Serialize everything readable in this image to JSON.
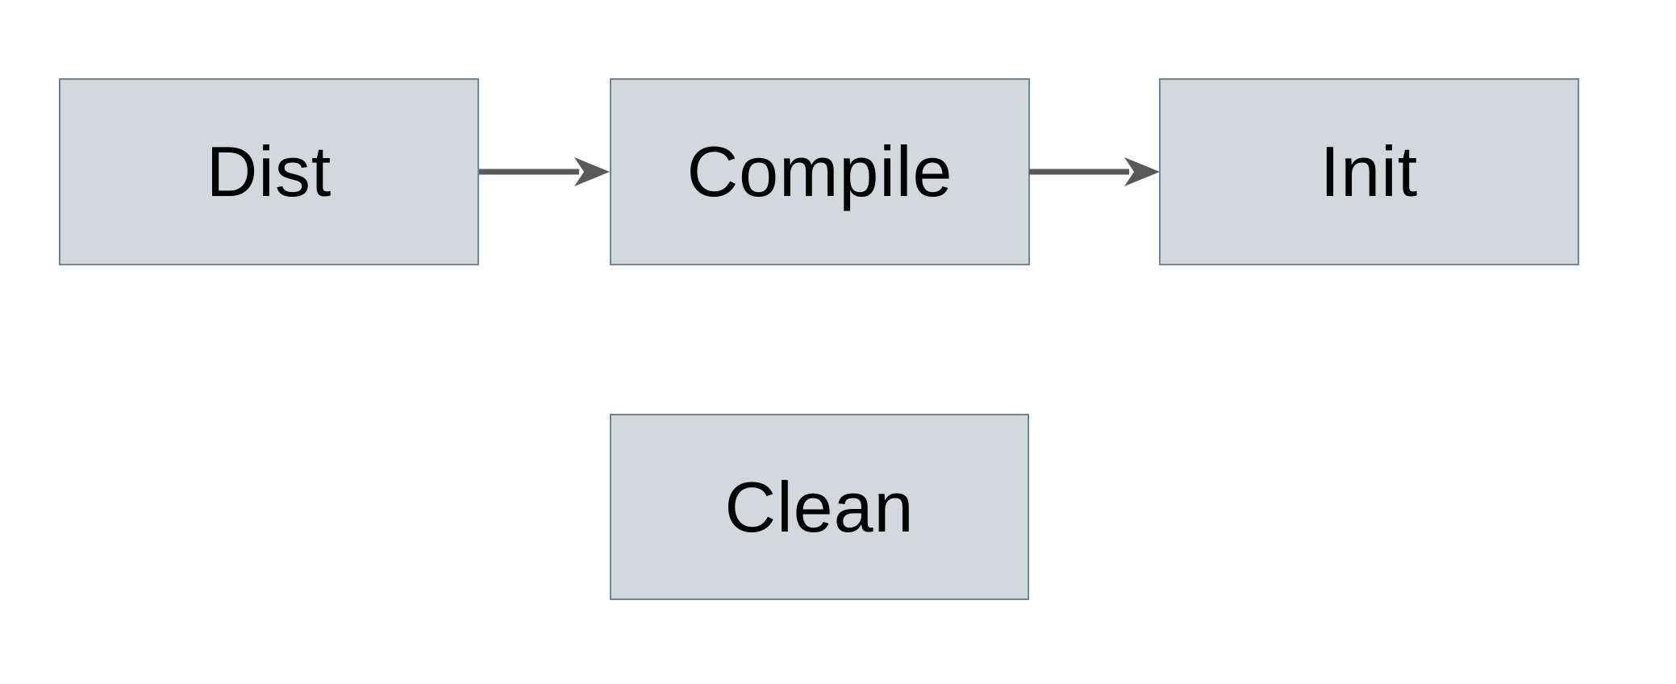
{
  "diagram": {
    "title": "build-targets-flowchart",
    "nodes": [
      {
        "id": "dist",
        "label": "Dist"
      },
      {
        "id": "compile",
        "label": "Compile"
      },
      {
        "id": "init",
        "label": "Init"
      },
      {
        "id": "clean",
        "label": "Clean"
      }
    ],
    "edges": [
      {
        "id": "dist-to-compile",
        "from": "Dist",
        "to": "Compile",
        "direction": "right"
      },
      {
        "id": "compile-to-init",
        "from": "Compile",
        "to": "Init",
        "direction": "right"
      }
    ],
    "colors": {
      "page_background": "#ffffff",
      "node_fill": "#d2d9dc",
      "node_border": "#6d8795",
      "arrow": "#595959",
      "label_text": "#000000"
    }
  }
}
